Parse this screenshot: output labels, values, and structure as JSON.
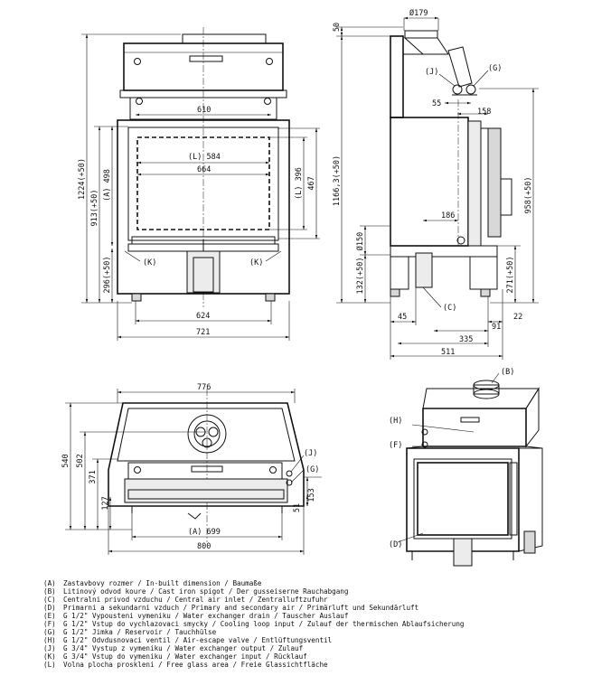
{
  "front_view": {
    "dims": {
      "w610": "610",
      "w664": "664",
      "l584": "(L) 584",
      "w624": "624",
      "w721": "721",
      "h1224": "1224(+50)",
      "h913": "913(+50)",
      "a498": "(A) 498",
      "h296": "296(+50)",
      "l396": "(L) 396",
      "h467": "467"
    },
    "callouts": {
      "k_left": "(K)",
      "k_right": "(K)"
    }
  },
  "side_view": {
    "dims": {
      "d179": "Ø179",
      "h50": "50",
      "h1166": "1166,3(+50)",
      "d150": "Ø150",
      "h132": "132(+50)",
      "w55": "55",
      "w158": "158",
      "w186": "186",
      "h958": "958(+50)",
      "h271": "271(+50)",
      "w45": "45",
      "w22": "22",
      "w91": "91",
      "w335": "335",
      "w511": "511"
    },
    "callouts": {
      "j": "(J)",
      "g": "(G)",
      "c": "(C)"
    }
  },
  "top_view": {
    "dims": {
      "w776": "776",
      "h540": "540",
      "h502": "502",
      "h371": "371",
      "h127": "127",
      "h51": "51",
      "h153": "153",
      "a699": "(A) 699",
      "w800": "800"
    },
    "callouts": {
      "j": "(J)",
      "g": "(G)"
    }
  },
  "iso_view": {
    "callouts": {
      "b": "(B)",
      "h": "(H)",
      "f": "(F)",
      "d": "(D)"
    }
  },
  "legend": [
    {
      "key": "(A)",
      "text": "Zastavbovy rozmer / In-built dimension / Baumaße"
    },
    {
      "key": "(B)",
      "text": "Litinový odvod koure / Cast iron spigot / Der gusseiserne Rauchabgang"
    },
    {
      "key": "(C)",
      "text": "Centralni privod vzduchu / Central air inlet / Zentralluftzufuhr"
    },
    {
      "key": "(D)",
      "text": "Primarni a sekundarni vzduch / Primary and secondary air / Primärluft und Sekundärluft"
    },
    {
      "key": "(E)",
      "text": "G 1/2\" Vypousteni vymeniku / Water exchanger drain / Tauscher Auslauf"
    },
    {
      "key": "(F)",
      "text": "G 1/2\" Vstup do vychlazovaci smycky / Cooling loop input / Zulauf der thermischen Ablaufsicherung"
    },
    {
      "key": "(G)",
      "text": "G 1/2\" Jimka / Reservoir / Tauchhülse"
    },
    {
      "key": "(H)",
      "text": "G 1/2\" Odvdusnovaci ventil / Air-escape valve / Entlüftungsventil"
    },
    {
      "key": "(J)",
      "text": "G 3/4\" Vystup z vymeniku / Water exchanger output / Zulauf"
    },
    {
      "key": "(K)",
      "text": "G 3/4\" Vstup do vymeniku / Water exchanger input / Rücklauf"
    },
    {
      "key": "(L)",
      "text": "Volna plocha proskleni / Free glass area / Freie Glassichtfläche"
    }
  ]
}
